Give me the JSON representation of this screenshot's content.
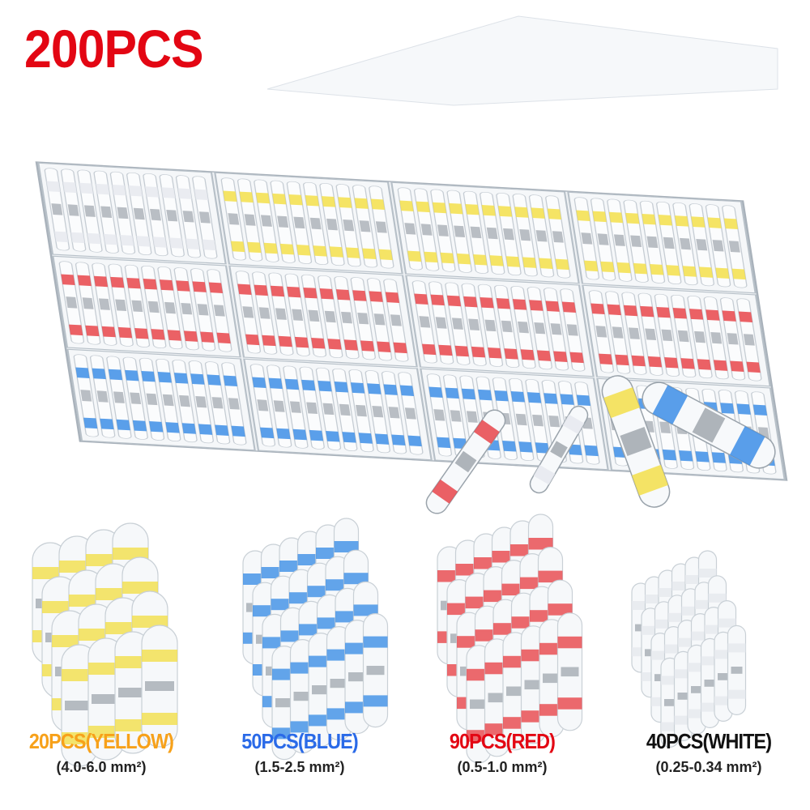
{
  "headline": "200PCS",
  "box_compartments": [
    [
      "white",
      "yellow",
      "yellow",
      "yellow"
    ],
    [
      "red",
      "red",
      "red",
      "red"
    ],
    [
      "blue",
      "blue",
      "blue",
      "blue"
    ]
  ],
  "colors": {
    "yellow": "#f3df4a",
    "red": "#e8454a",
    "blue": "#3d8ee6",
    "white": "#e6e9ee",
    "headline": "#e30613"
  },
  "variants": [
    {
      "label": "20PCS(YELLOW)",
      "size": "(4.0-6.0 mm²)",
      "color": "yellow",
      "label_color": "#f7a11a"
    },
    {
      "label": "50PCS(BLUE)",
      "size": "(1.5-2.5 mm²)",
      "color": "blue",
      "label_color": "#2a6ae8"
    },
    {
      "label": "90PCS(RED)",
      "size": "(0.5-1.0 mm²)",
      "color": "red",
      "label_color": "#e30613"
    },
    {
      "label": "40PCS(WHITE)",
      "size": "(0.25-0.34 mm²)",
      "color": "white",
      "label_color": "#111111"
    }
  ]
}
